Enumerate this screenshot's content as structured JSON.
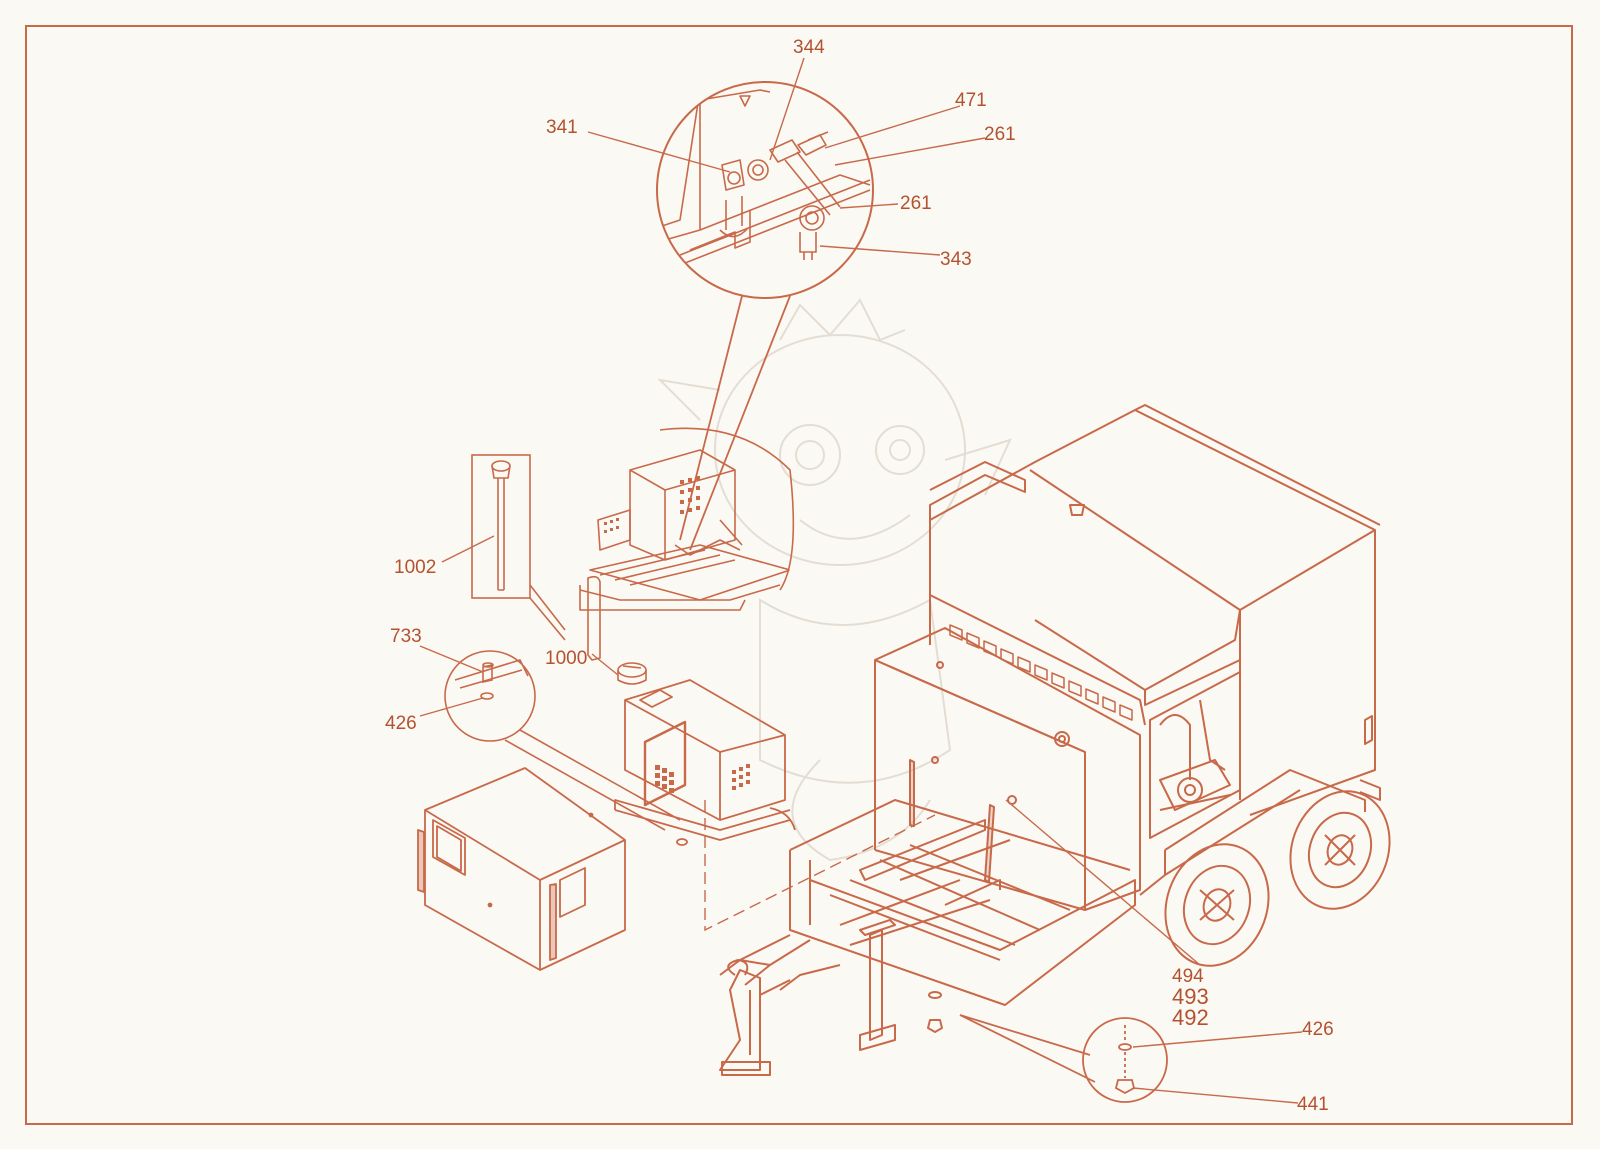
{
  "colors": {
    "background": "#fbf9f4",
    "line": "#c8694a",
    "text": "#b4522f",
    "watermark": "#e4ddd3"
  },
  "callouts": {
    "c344": "344",
    "c341": "341",
    "c471": "471",
    "c261a": "261",
    "c261b": "261",
    "c343": "343",
    "c1002": "1002",
    "c1000": "1000",
    "c733": "733",
    "c426a": "426",
    "c494": "494",
    "c493": "493",
    "c492": "492",
    "c426b": "426",
    "c441": "441"
  },
  "icons": {
    "watermark": "cartoon-dragon-watermark"
  }
}
